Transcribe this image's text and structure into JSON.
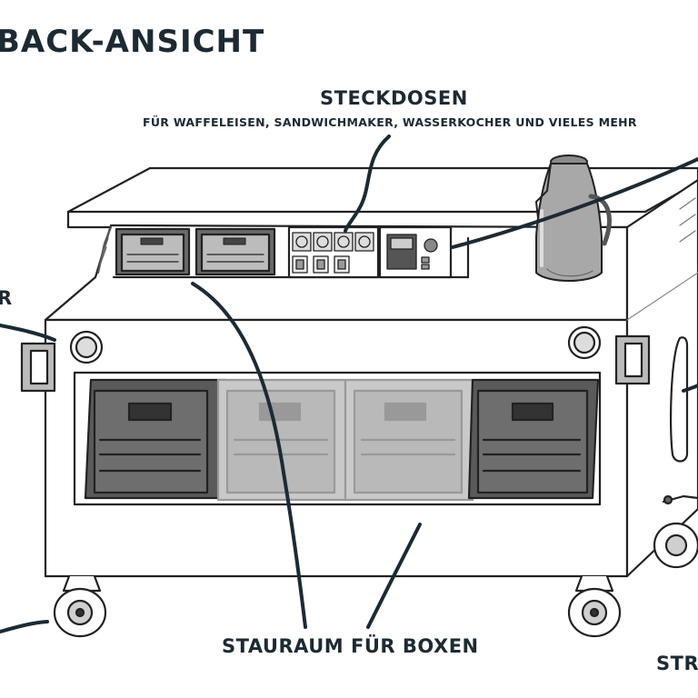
{
  "labels": {
    "title": "BACK-ANSICHT",
    "sockets_heading": "STECKDOSEN",
    "sockets_sub": "FÜR WAFFELEISEN, SANDWICHMAKER, WASSERKOCHER UND VIELES MEHR",
    "storage": "STAURAUM FÜR BOXEN",
    "power_partial": "STRO",
    "left_partial": "R"
  },
  "colors": {
    "ink": "#1c2a33",
    "line": "#222222",
    "box_dark": "#5a5a5a",
    "box_light": "#b9b9b9",
    "kettle": "#a8a8a8"
  }
}
